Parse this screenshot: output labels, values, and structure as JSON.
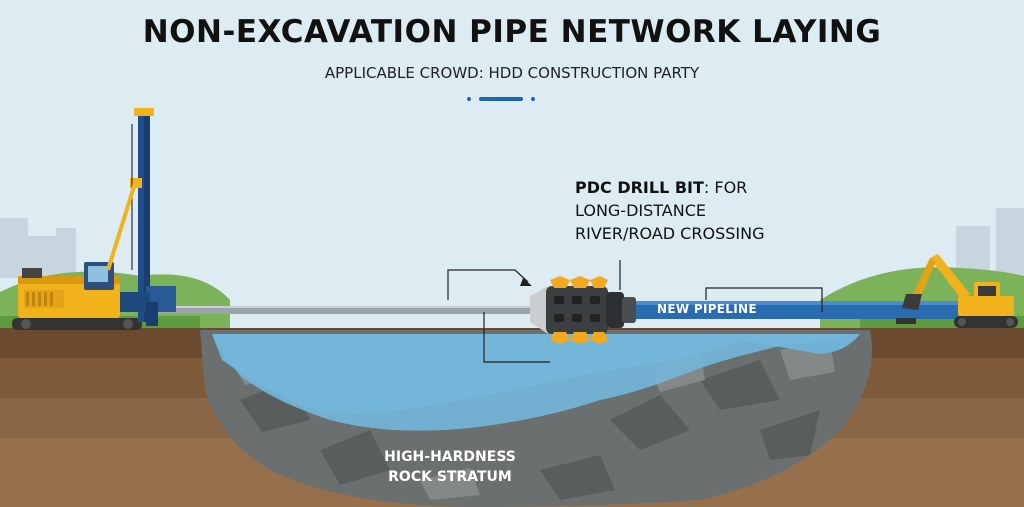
{
  "title": "NON-EXCAVATION PIPE NETWORK LAYING",
  "subtitle": "APPLICABLE CROWD: HDD CONSTRUCTION PARTY",
  "callout": {
    "bold": "PDC DRILL BIT",
    "rest_line1": ": FOR",
    "line2": "LONG-DISTANCE",
    "line3": "RIVER/ROAD CROSSING"
  },
  "pipeline_label": "NEW PIPELINE",
  "rock_label": {
    "line1": "HIGH-HARDNESS",
    "line2": "ROCK STRATUM"
  },
  "colors": {
    "sky": "#dcecf2",
    "accent_blue": "#1f66b0",
    "pipeline": "#2a6cb0",
    "water": "#6fb2d6",
    "rock": "#6c6f70",
    "soil": "#7a5a3d",
    "grass": "#6aa24a",
    "machine_yellow": "#f2b21c",
    "drill_orange": "#f3a81d"
  },
  "icons": [
    "drilling-rig-icon",
    "excavator-icon",
    "drill-bit-icon",
    "city-skyline-icon"
  ]
}
